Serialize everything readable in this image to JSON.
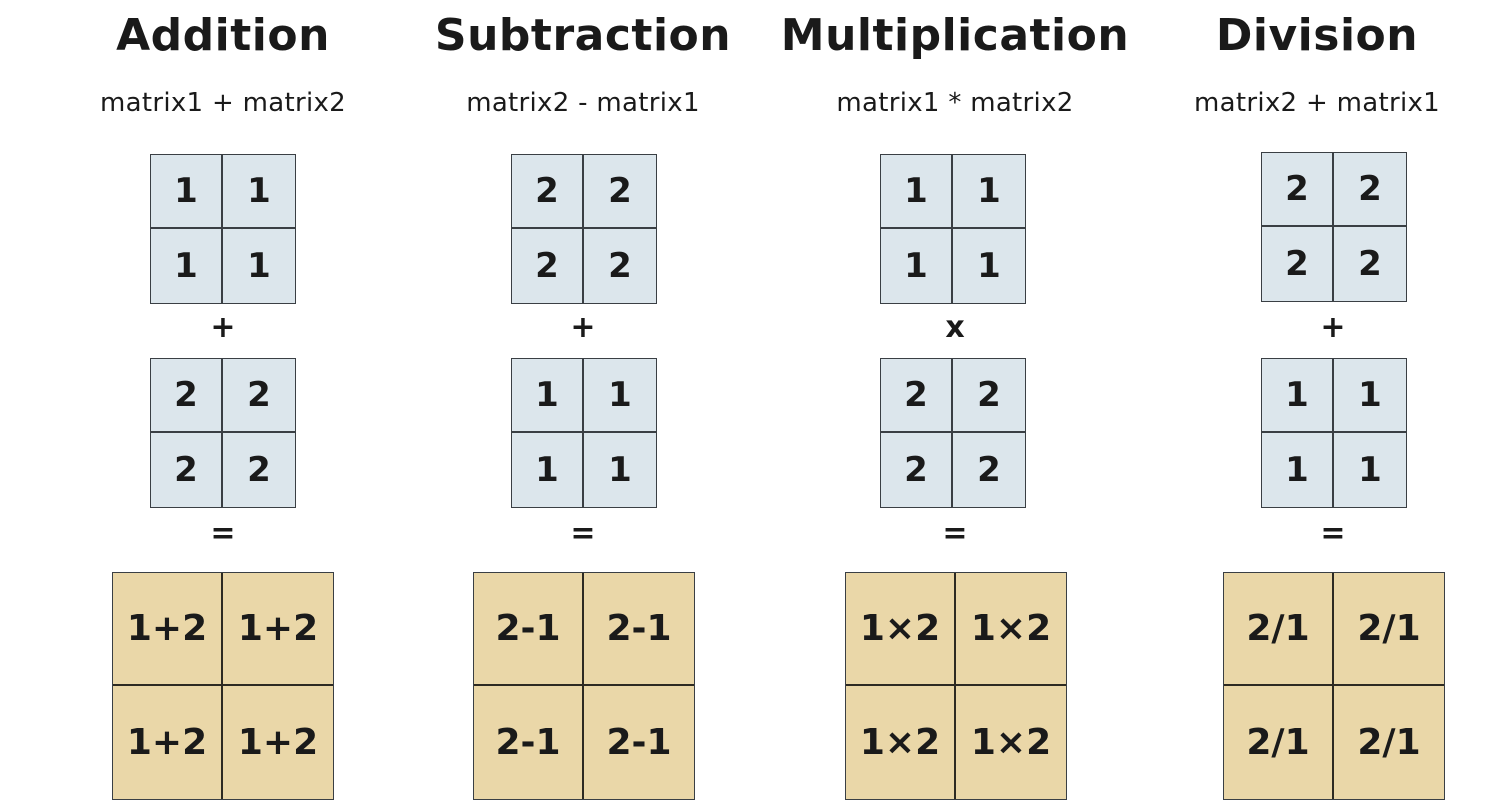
{
  "sections": [
    {
      "title": "Addition",
      "formula": "matrix1 + matrix2",
      "matrix_a": [
        "1",
        "1",
        "1",
        "1"
      ],
      "operator": "+",
      "matrix_b": [
        "2",
        "2",
        "2",
        "2"
      ],
      "equals": "=",
      "result": [
        "1+2",
        "1+2",
        "1+2",
        "1+2"
      ]
    },
    {
      "title": "Subtraction",
      "formula": "matrix2 - matrix1",
      "matrix_a": [
        "2",
        "2",
        "2",
        "2"
      ],
      "operator": "+",
      "matrix_b": [
        "1",
        "1",
        "1",
        "1"
      ],
      "equals": "=",
      "result": [
        "2-1",
        "2-1",
        "2-1",
        "2-1"
      ]
    },
    {
      "title": "Multiplication",
      "formula": "matrix1 * matrix2",
      "matrix_a": [
        "1",
        "1",
        "1",
        "1"
      ],
      "operator": "x",
      "matrix_b": [
        "2",
        "2",
        "2",
        "2"
      ],
      "equals": "=",
      "result": [
        "1×2",
        "1×2",
        "1×2",
        "1×2"
      ]
    },
    {
      "title": "Division",
      "formula": "matrix2 + matrix1",
      "matrix_a": [
        "2",
        "2",
        "2",
        "2"
      ],
      "operator": "+",
      "matrix_b": [
        "1",
        "1",
        "1",
        "1"
      ],
      "equals": "=",
      "result": [
        "2/1",
        "2/1",
        "2/1",
        "2/1"
      ]
    }
  ],
  "colors": {
    "input_fill": "#dce6ec",
    "result_fill": "#ead7a8",
    "text": "#1a1a1a"
  }
}
